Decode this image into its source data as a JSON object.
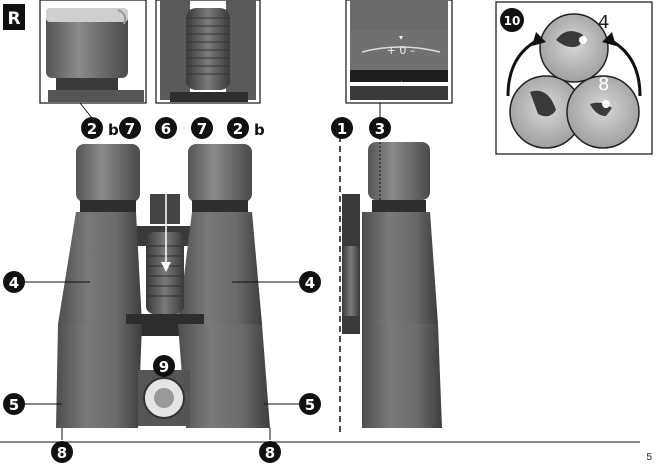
{
  "section_tag": "R",
  "page_number": "5",
  "callouts": {
    "c2b_left": "2",
    "c2b_left_suffix": "b",
    "c7_left": "7",
    "c6": "6",
    "c7_right": "7",
    "c2b_right": "2",
    "c2b_right_suffix": "b",
    "c1": "1",
    "c3": "3",
    "c4_left": "4",
    "c4_right": "4",
    "c9": "9",
    "c5_left": "5",
    "c5_right": "5",
    "c8_left": "8",
    "c8_right": "8",
    "c10": "10"
  },
  "diopter_scale": "+ 0 –",
  "zoom_labels": {
    "top": "4",
    "bottom": "8"
  }
}
